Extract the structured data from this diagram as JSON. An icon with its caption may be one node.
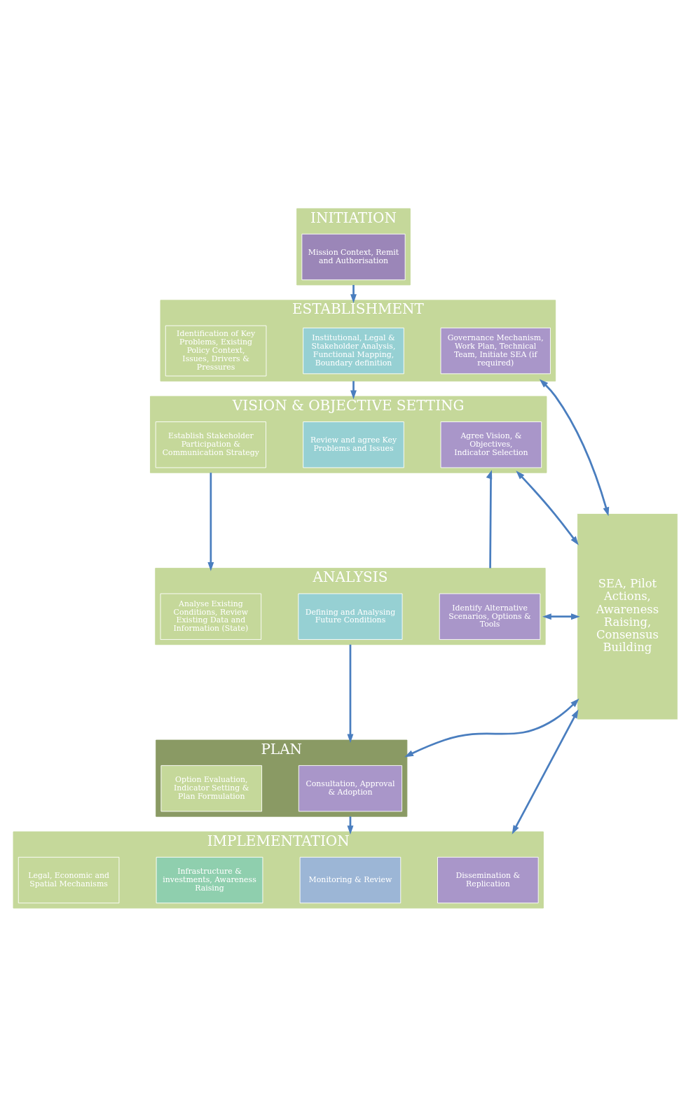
{
  "diagram": {
    "nodes": [
      {
        "text": [
          "INITIATION"
        ]
      },
      {
        "text": [
          "Mission Context, Remit and Authorisation"
        ],
        "in": 0
      },
      {
        "text": [
          "ESTABLISHMENT"
        ]
      },
      {
        "text": [
          "Identification of Key Problems, Existing Policy Context, Issues, Drivers & Pressures"
        ],
        "in": 2
      },
      {
        "text": [
          "Institutional, Legal & Stakeholder Analysis, Functional Mapping, Boundary definition"
        ],
        "in": 2
      },
      {
        "text": [
          "Governance Mechanism, Work Plan, Technical Team, Initiate SEA (if required)"
        ],
        "in": 2
      },
      {
        "text": [
          "VISION & OBJECTIVE SETTING"
        ]
      },
      {
        "text": [
          "Establish Stakeholder Participation & Communication Strategy"
        ],
        "in": 6
      },
      {
        "text": [
          "Review and agree Key Problems and Issues"
        ],
        "in": 6
      },
      {
        "text": [
          "Agree Vision, & Objectives,",
          "Indicator Selection"
        ],
        "in": 6
      },
      {
        "text": [
          "ANALYSIS"
        ]
      },
      {
        "text": [
          "Analyse Existing Conditions, Review Existing Data and Information (State)"
        ],
        "in": 10
      },
      {
        "text": [
          "Defining and Analysing Future Conditions"
        ],
        "in": 10
      },
      {
        "text": [
          "Identify Alternative Scenarios, Options & Tools"
        ],
        "in": 10
      },
      {
        "text": [
          "PLAN"
        ]
      },
      {
        "text": [
          "Option Evaluation, Indicator Setting & Plan Formulation"
        ],
        "in": 14
      },
      {
        "text": [
          "Consultation, Approval & Adoption"
        ],
        "in": 14
      },
      {
        "text": [
          "IMPLEMENTATION"
        ]
      },
      {
        "text": [
          "Legal, Economic and Spatial Mechanisms"
        ],
        "in": 17
      },
      {
        "text": [
          "Infrastructure & investments, Awareness Raising"
        ],
        "in": 17
      },
      {
        "text": [
          "Monitoring & Review"
        ],
        "in": 17
      },
      {
        "text": [
          "Dissemination & Replication"
        ],
        "in": 17
      },
      {
        "text": [
          "SEA, Pilot Actions, Awareness Raising, Consensus Building"
        ]
      }
    ],
    "edges": [
      {
        "from": 0,
        "to": 2,
        "arrow": "to"
      },
      {
        "from": 2,
        "to": 22,
        "arrow": "both"
      },
      {
        "from": 2,
        "to": 6,
        "arrow": "to"
      },
      {
        "from": 6,
        "to": 22,
        "arrow": "both"
      },
      {
        "from": 6,
        "to": 10,
        "arrow": "to"
      },
      {
        "from": 10,
        "to": 6,
        "arrow": "to"
      },
      {
        "from": 10,
        "to": 22,
        "arrow": "both"
      },
      {
        "from": 10,
        "to": 14,
        "arrow": "to"
      },
      {
        "from": 14,
        "to": 22,
        "arrow": "both"
      },
      {
        "from": 14,
        "to": 17,
        "arrow": "to"
      },
      {
        "from": 17,
        "to": 22,
        "arrow": "both"
      }
    ]
  }
}
